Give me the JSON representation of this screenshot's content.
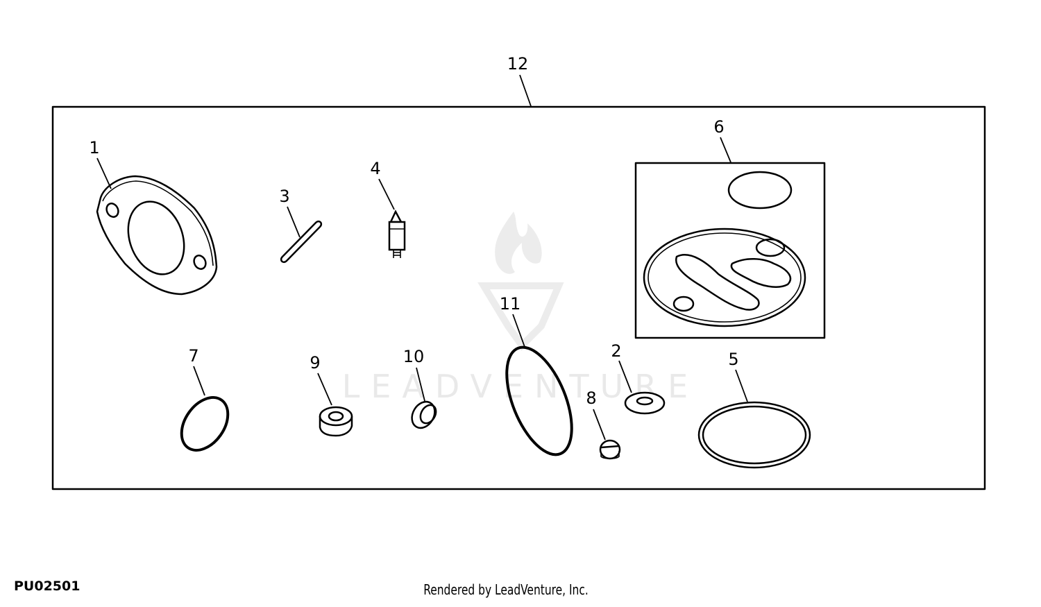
{
  "diagram": {
    "kit_label": "12",
    "parts": [
      {
        "id": "p1",
        "label": "1"
      },
      {
        "id": "p2",
        "label": "2"
      },
      {
        "id": "p3",
        "label": "3"
      },
      {
        "id": "p4",
        "label": "4"
      },
      {
        "id": "p5",
        "label": "5"
      },
      {
        "id": "p6",
        "label": "6"
      },
      {
        "id": "p7",
        "label": "7"
      },
      {
        "id": "p8",
        "label": "8"
      },
      {
        "id": "p9",
        "label": "9"
      },
      {
        "id": "p10",
        "label": "10"
      },
      {
        "id": "p11",
        "label": "11"
      }
    ]
  },
  "watermark": {
    "text": "LEADVENTURE"
  },
  "footer": {
    "figure_id": "PU02501",
    "credit": "Rendered by LeadVenture, Inc."
  }
}
